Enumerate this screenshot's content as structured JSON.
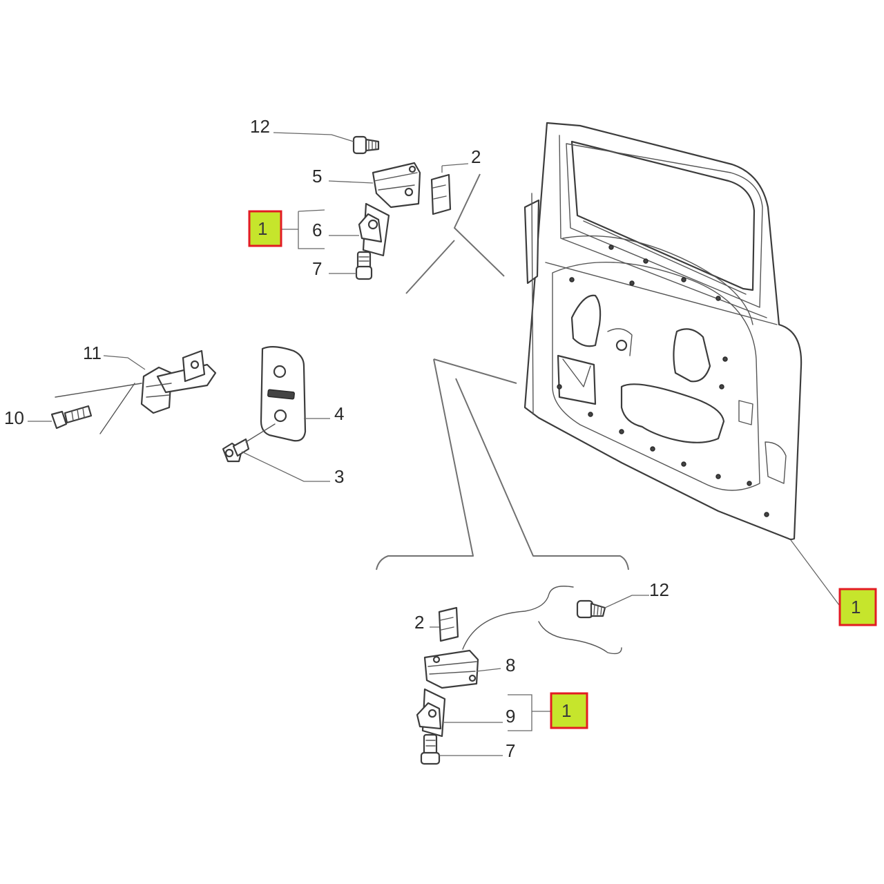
{
  "highlight": {
    "fill": "#c6e52c",
    "border": "#e31b23"
  },
  "callouts": {
    "door": "1",
    "upper_hinge_assembly": "1",
    "lower_hinge_assembly": "1",
    "shim_upper": "2",
    "shim_lower": "2",
    "bolt_plate": "3",
    "cover_plate": "4",
    "upper_hinge_door_half": "5",
    "upper_hinge_body_half": "6",
    "screw_upper": "7",
    "screw_lower": "7",
    "lower_hinge_door_half": "8",
    "lower_hinge_body_half": "9",
    "check_strap_bolt": "10",
    "door_check_strap": "11",
    "bolt_upper": "12",
    "bolt_lower": "12"
  }
}
